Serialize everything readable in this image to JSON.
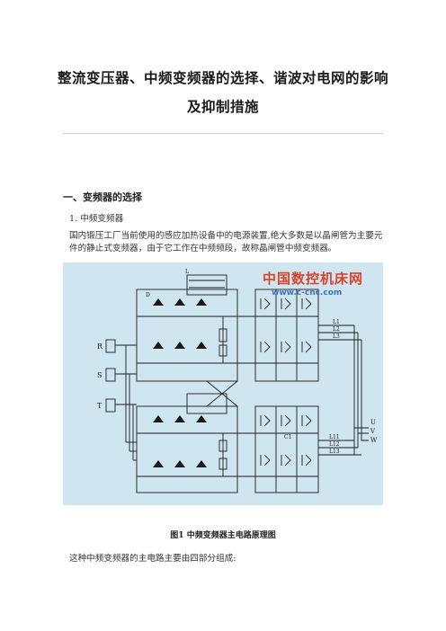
{
  "title_line1": "整流变压器、中频变频器的选择、谐波对电网的影响",
  "title_line2": "及抑制措施",
  "section_heading": "一、变频器的选择",
  "item1": "1. 中频变频器",
  "paragraph1": "国内锻压工厂当前使用的感应加热设备中的电源装置,绝大多数是以晶闸管为主要元件的静止式变频器，由于它工作在中频频段，故称晶闸管中频变频器。",
  "watermark": {
    "cn": "中国数控机床网",
    "url": "www.c-cnc.com"
  },
  "diagram_labels": {
    "phase_r": "R",
    "phase_s": "S",
    "phase_t": "T",
    "out_u": "U",
    "out_v": "V",
    "out_w": "W",
    "l1": "L1",
    "l2": "L2",
    "l3": "L3",
    "l11": "L11",
    "l12": "L12",
    "l13": "L13",
    "l": "L",
    "d": "D",
    "c1": "C1"
  },
  "caption": "图1 中频变频器主电路原理图",
  "last_line": "这种中频变频器的主电路主要由四部分组成:",
  "colors": {
    "figure_bg": "#cfe6f1",
    "watermark_red": "#d9432a",
    "watermark_blue": "#3c74b8"
  }
}
